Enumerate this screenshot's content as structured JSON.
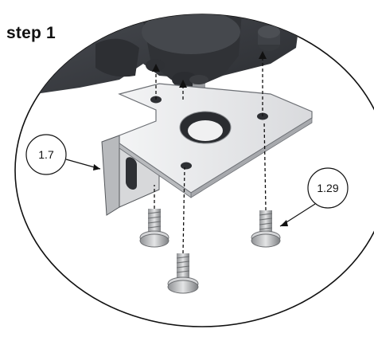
{
  "title": "step 1",
  "callouts": {
    "bracket": "1.7",
    "screw": "1.29"
  },
  "colors": {
    "housing": "#3a3d42",
    "housing_shadow": "#24262a",
    "plate": "#e9eaec",
    "plate_edge": "#8e9196",
    "screw": "#c9cacc",
    "outline": "#111111"
  },
  "parts": {
    "motor_housing": "dark-housing",
    "bracket": "l-bracket",
    "screws": [
      "screw-left",
      "screw-center",
      "screw-right"
    ]
  }
}
